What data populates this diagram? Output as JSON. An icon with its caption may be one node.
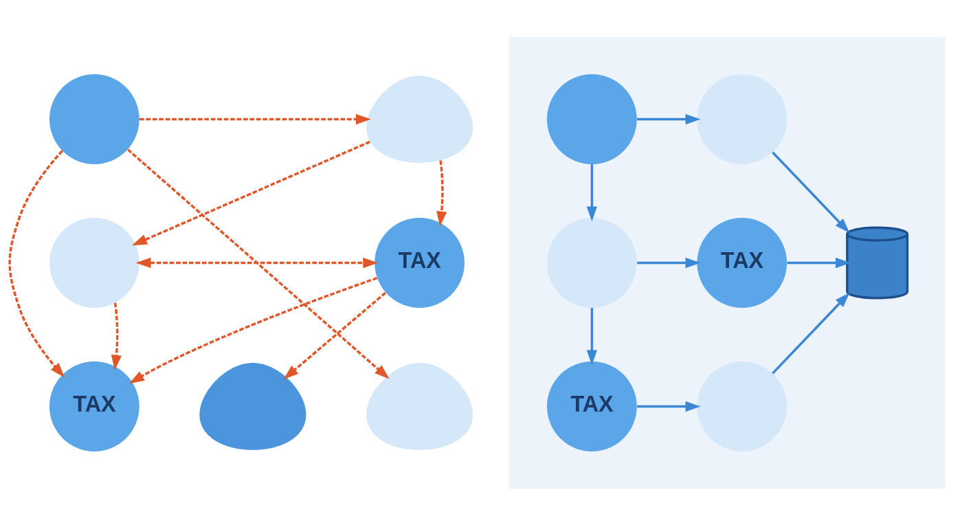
{
  "diagram": {
    "nodes": [
      {
        "text": [],
        "shape": "circle"
      },
      {
        "text": [],
        "shape": "blob"
      },
      {
        "text": [],
        "shape": "circle"
      },
      {
        "text": [
          "TAX"
        ]
      },
      {
        "text": [
          "TAX"
        ]
      },
      {
        "text": [],
        "shape": "blob"
      },
      {
        "text": [],
        "shape": "blob"
      },
      {
        "text": [],
        "shape": "box"
      },
      {
        "text": [],
        "shape": "circle",
        "in": 7
      },
      {
        "text": [],
        "shape": "circle",
        "in": 7
      },
      {
        "text": [],
        "shape": "circle",
        "in": 7
      },
      {
        "text": [
          "TAX"
        ],
        "in": 7
      },
      {
        "text": [],
        "shape": "cylinder",
        "in": 7
      },
      {
        "text": [
          "TAX"
        ],
        "in": 7
      },
      {
        "text": [],
        "shape": "circle",
        "in": 7
      }
    ],
    "edges": [
      {
        "from": 0,
        "to": 1,
        "arrow": "to",
        "style": "dashed"
      },
      {
        "from": 0,
        "to": 4,
        "arrow": "to",
        "style": "dashed"
      },
      {
        "from": 0,
        "to": 6,
        "arrow": "to",
        "style": "dashed"
      },
      {
        "from": 1,
        "to": 3,
        "arrow": "to",
        "style": "dashed"
      },
      {
        "from": 1,
        "to": 2,
        "arrow": "to",
        "style": "dashed"
      },
      {
        "from": 2,
        "to": 3,
        "arrow": "both",
        "style": "dashed"
      },
      {
        "from": 2,
        "to": 4,
        "arrow": "to",
        "style": "dashed"
      },
      {
        "from": 3,
        "to": 4,
        "arrow": "to",
        "style": "dashed"
      },
      {
        "from": 3,
        "to": 5,
        "arrow": "to",
        "style": "dashed"
      },
      {
        "from": 8,
        "to": 9,
        "arrow": "to",
        "color": "#3a87d5"
      },
      {
        "from": 8,
        "to": 10,
        "arrow": "to",
        "color": "#3a87d5"
      },
      {
        "from": 9,
        "to": 12,
        "arrow": "to",
        "color": "#3a87d5"
      },
      {
        "from": 10,
        "to": 11,
        "arrow": "to",
        "color": "#3a87d5"
      },
      {
        "from": 10,
        "to": 13,
        "arrow": "to",
        "color": "#3a87d5"
      },
      {
        "from": 11,
        "to": 12,
        "arrow": "to",
        "color": "#3a87d5"
      },
      {
        "from": 13,
        "to": 14,
        "arrow": "to",
        "color": "#3a87d5"
      },
      {
        "from": 14,
        "to": 12,
        "arrow": "to",
        "color": "#3a87d5"
      }
    ]
  }
}
